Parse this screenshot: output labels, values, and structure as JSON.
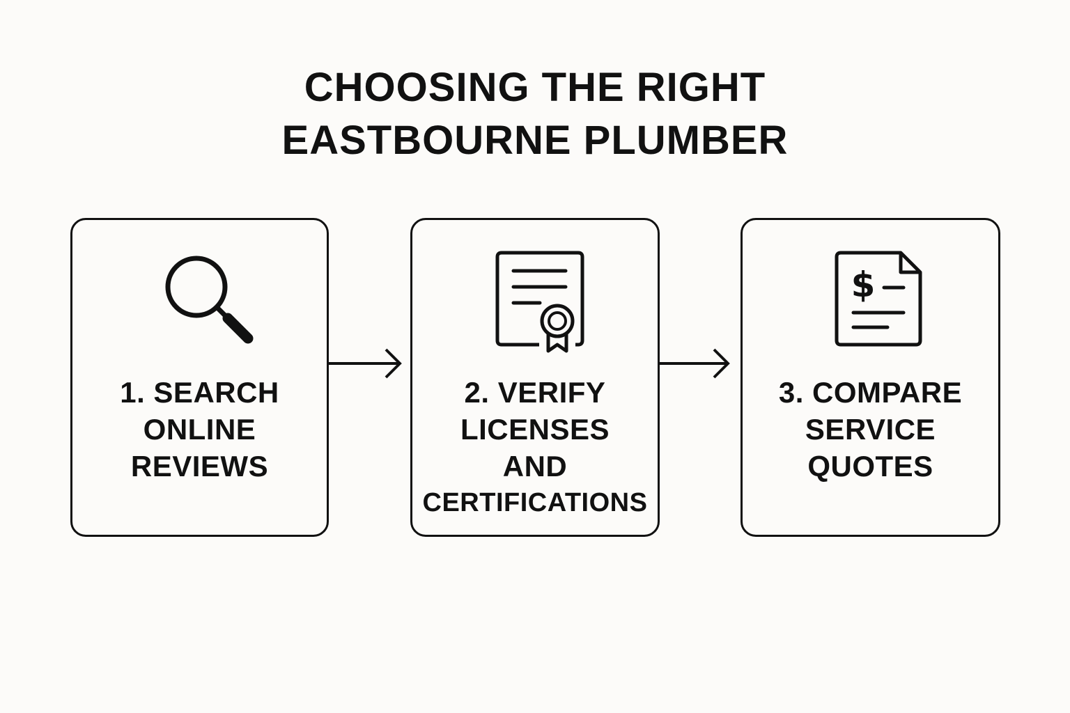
{
  "title": {
    "line1": "CHOOSING THE RIGHT",
    "line2": "EASTBOURNE PLUMBER"
  },
  "steps": [
    {
      "icon": "magnifying-glass-icon",
      "lines": [
        "1. SEARCH",
        "ONLINE",
        "REVIEWS"
      ]
    },
    {
      "icon": "certificate-icon",
      "lines": [
        "2. VERIFY",
        "LICENSES",
        "AND",
        "CERTIFICATIONS"
      ]
    },
    {
      "icon": "quote-document-icon",
      "lines": [
        "3. COMPARE",
        "SERVICE",
        "QUOTES"
      ],
      "icon_symbol": "$"
    }
  ],
  "colors": {
    "ink": "#111111",
    "background": "#fcfbf9"
  }
}
